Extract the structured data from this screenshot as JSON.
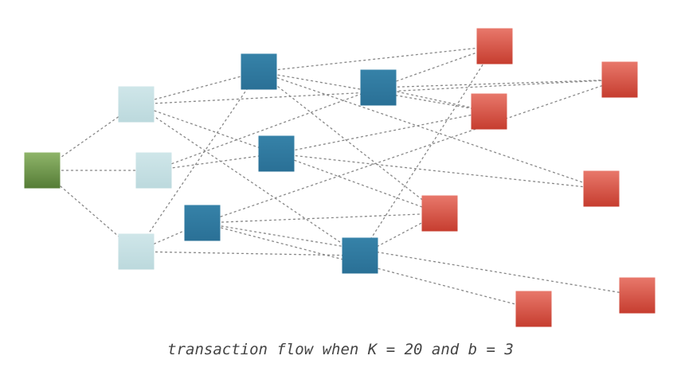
{
  "caption": "transaction flow when K = 20 and b = 3",
  "colors": {
    "source": "#6b9048",
    "tier1": "#c5dfe3",
    "tier2": "#2f7aa0",
    "sink": "#d44c3e",
    "edge": "#888888"
  },
  "nodes": [
    {
      "id": "source",
      "kind": "source"
    },
    {
      "id": "a1",
      "kind": "tier1"
    },
    {
      "id": "a2",
      "kind": "tier1"
    },
    {
      "id": "a3",
      "kind": "tier1"
    },
    {
      "id": "b1",
      "kind": "tier2"
    },
    {
      "id": "b2",
      "kind": "tier2"
    },
    {
      "id": "b3",
      "kind": "tier2"
    },
    {
      "id": "b4",
      "kind": "tier2"
    },
    {
      "id": "b5",
      "kind": "tier2"
    },
    {
      "id": "r1",
      "kind": "sink"
    },
    {
      "id": "r2",
      "kind": "sink"
    },
    {
      "id": "r3",
      "kind": "sink"
    },
    {
      "id": "r4",
      "kind": "sink"
    },
    {
      "id": "r5",
      "kind": "sink"
    },
    {
      "id": "r6",
      "kind": "sink"
    },
    {
      "id": "r7",
      "kind": "sink"
    }
  ],
  "edges": [
    [
      "source",
      "a1"
    ],
    [
      "source",
      "a2"
    ],
    [
      "source",
      "a3"
    ],
    [
      "a1",
      "b1"
    ],
    [
      "a1",
      "b3"
    ],
    [
      "a1",
      "b5"
    ],
    [
      "a1",
      "r2"
    ],
    [
      "a2",
      "b2"
    ],
    [
      "a2",
      "b3"
    ],
    [
      "a3",
      "b1"
    ],
    [
      "a3",
      "b4"
    ],
    [
      "a3",
      "b5"
    ],
    [
      "b1",
      "r1"
    ],
    [
      "b1",
      "r3"
    ],
    [
      "b1",
      "r4"
    ],
    [
      "b1",
      "r5"
    ],
    [
      "b2",
      "r2"
    ],
    [
      "b2",
      "r3"
    ],
    [
      "b2",
      "r1"
    ],
    [
      "b3",
      "r3"
    ],
    [
      "b3",
      "r4"
    ],
    [
      "b3",
      "r5"
    ],
    [
      "b4",
      "r2"
    ],
    [
      "b4",
      "r5"
    ],
    [
      "b4",
      "r6"
    ],
    [
      "b4",
      "r7"
    ],
    [
      "b5",
      "r1"
    ],
    [
      "b5",
      "r5"
    ]
  ]
}
